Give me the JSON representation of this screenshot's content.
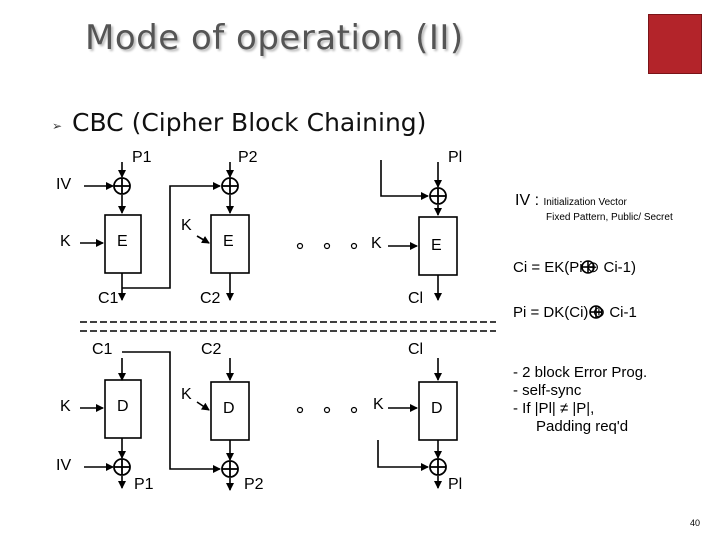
{
  "slide": {
    "title": "Mode of operation (II)",
    "heading": "CBC (Cipher Block Chaining)",
    "page_number": "40"
  },
  "encrypt": {
    "iv_label": "IV",
    "p1": "P1",
    "p2": "P2",
    "pl": "Pl",
    "k1": "K",
    "k2": "K",
    "k3": "K",
    "e1": "E",
    "e2": "E",
    "e3": "E",
    "c1": "C1",
    "c2": "C2",
    "cl": "Cl"
  },
  "decrypt": {
    "c1": "C1",
    "c2": "C2",
    "cl": "Cl",
    "k1": "K",
    "k2": "K",
    "k3": "K",
    "d1": "D",
    "d2": "D",
    "d3": "D",
    "iv_label": "IV",
    "p1": "P1",
    "p2": "P2",
    "pl": "Pl"
  },
  "notes": {
    "iv_def_prefix": "IV : ",
    "iv_def_text": "Initialization Vector",
    "iv_def_sub": "Fixed Pattern, Public/ Secret",
    "enc_eq": "Ci = EK(Pi ⊕ Ci-1)",
    "dec_eq": "Pi = DK(Ci) ⊕ Ci-1",
    "bullets": [
      "- 2 block Error Prog.",
      "- self-sync",
      "- If |Pl| ≠ |P|,",
      "Padding req'd"
    ]
  },
  "colors": {
    "title": "#555555",
    "logo": "#b3242a",
    "ink": "#000000"
  }
}
